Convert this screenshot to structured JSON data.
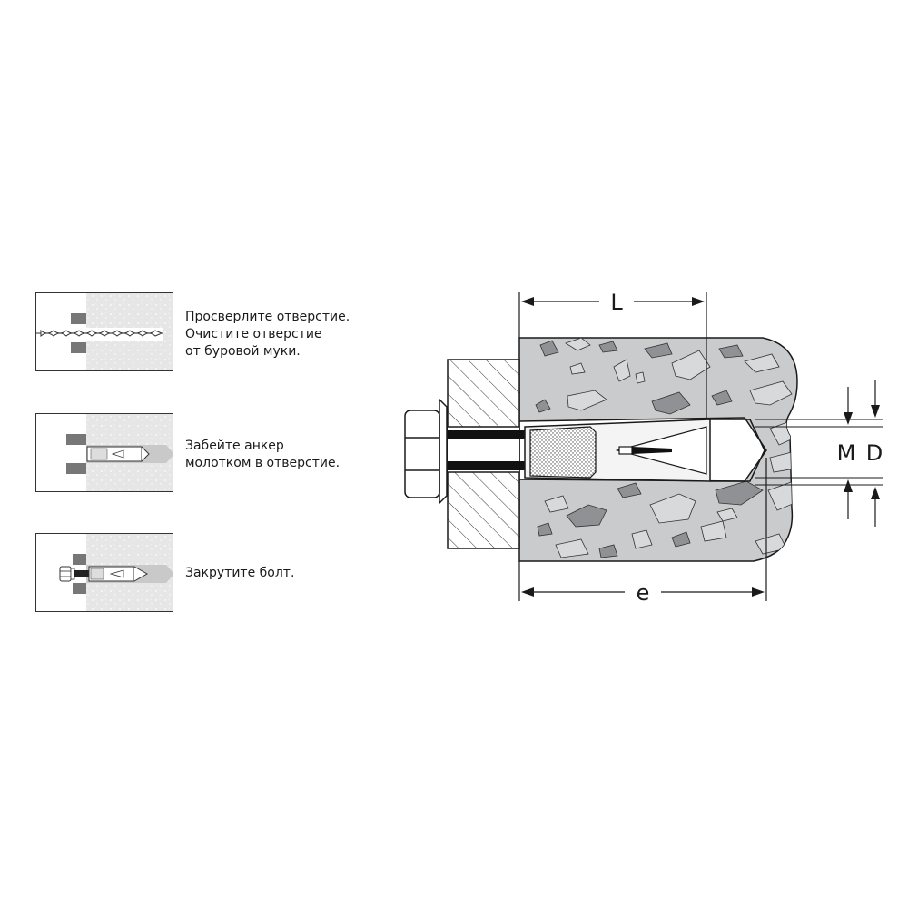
{
  "steps": [
    {
      "lines": [
        "Просверлите отверстие.",
        "Очистите отверстие",
        "от буровой муки."
      ],
      "icon": "drill-bit-icon"
    },
    {
      "lines": [
        "Забейте анкер",
        "молотком в отверстие."
      ],
      "icon": "hammer-anchor-icon"
    },
    {
      "lines": [
        "Закрутите болт."
      ],
      "icon": "bolt-icon"
    }
  ],
  "dimensions": {
    "L": "L",
    "e": "e",
    "M": "M",
    "D": "D"
  },
  "colors": {
    "concrete": "#c9cbcd",
    "concrete_light": "#e8e8e8",
    "aggregate_dark": "#8f9194",
    "aggregate_light": "#d8d9db",
    "metal": "#f4f4f4",
    "outline": "#1a1a1a"
  }
}
